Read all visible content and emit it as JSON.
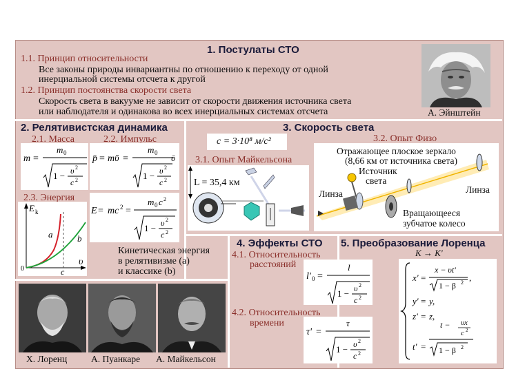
{
  "s1": {
    "title": "1. Постулаты СТО",
    "p11_title": "1.1. Принцип относительности",
    "p11_line1": "Все законы природы инвариантны по отношению к переходу от одной",
    "p11_line2": "инерциальной системы отсчета к другой",
    "p12_title": "1.2. Принцип постоянства скорости света",
    "p12_line1": "Скорость света в вакууме не зависит от скорости движения источника света",
    "p12_line2": "или наблюдателя и одинакова во всех инерциальных системах отсчета",
    "portrait_caption": "А. Эйнштейн"
  },
  "s2": {
    "title": "2. Релятивистская динамика",
    "mass_title": "2.1. Масса",
    "momentum_title": "2.2. Импульс",
    "energy_title": "2.3. Энергия",
    "kinetic_line1": "Кинетическая энергия",
    "kinetic_line2": "в релятивизме (a)",
    "kinetic_line3": "и классике (b)",
    "graph": {
      "y_label": "E",
      "y_sub": "k",
      "x_label": "υ",
      "origin": "0",
      "c_mark": "c",
      "curve_a": "a",
      "curve_b": "b"
    },
    "curve_a_color": "#d4202a",
    "curve_b_color": "#1fa23a"
  },
  "s3": {
    "title": "3. Скорость света",
    "c_value": "c = 3·10⁸ м/c²",
    "michelson_title": "3.1. Опыт Майкельсона",
    "l_value": "L = 35,4 км",
    "fizeau_title": "3.2. Опыт Физо",
    "mirror_line1": "Отражающее плоское зеркало",
    "mirror_line2": "(8,66 км от источника света)",
    "source_line1": "Источник",
    "source_line2": "света",
    "lens_left": "Линза",
    "lens_right": "Линза",
    "wheel_line1": "Вращающееся",
    "wheel_line2": "зубчатое колесо"
  },
  "s4": {
    "title": "4. Эффекты СТО",
    "length_line1": "4.1. Относительность",
    "length_line2": "расстояний",
    "time_line1": "4.2. Относительность",
    "time_line2": "времени"
  },
  "s5": {
    "title": "5. Преобразование Лоренца",
    "kk": "K → K'"
  },
  "portraits": {
    "lorentz": "Х. Лоренц",
    "poincare": "А. Пуанкаре",
    "michelson": "А. Майкельсон"
  },
  "colors": {
    "background": "#e2c6c2",
    "heading": "#1b1b3a",
    "subheading": "#8a2f2a"
  }
}
